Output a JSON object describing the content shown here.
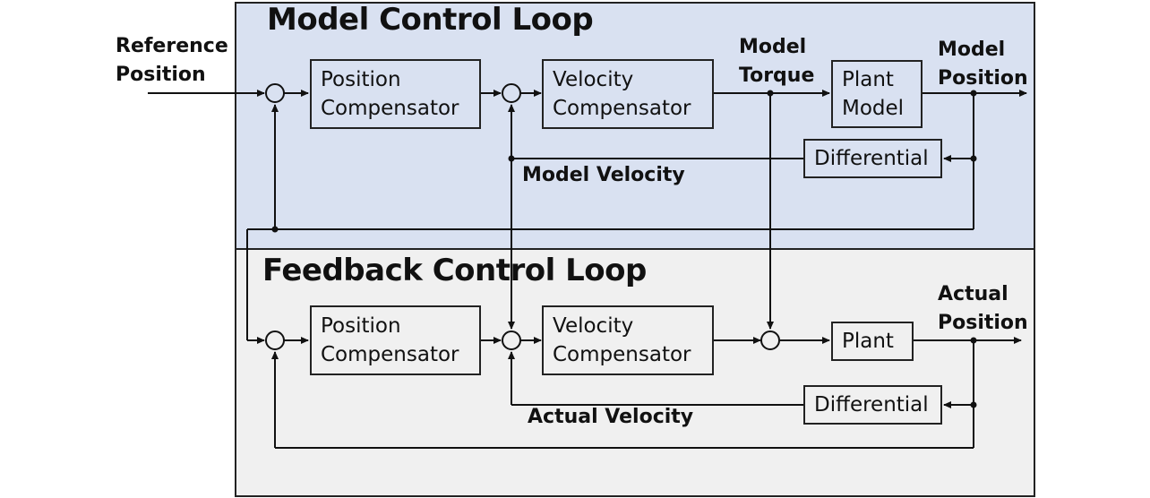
{
  "model_loop": {
    "title": "Model Control Loop",
    "reference_position": [
      "Reference",
      "Position"
    ],
    "position_compensator": [
      "Position",
      "Compensator"
    ],
    "velocity_compensator": [
      "Velocity",
      "Compensator"
    ],
    "plant_model": [
      "Plant",
      "Model"
    ],
    "differential": "Differential",
    "model_torque": [
      "Model",
      "Torque"
    ],
    "model_position": [
      "Model",
      "Position"
    ],
    "model_velocity": "Model Velocity"
  },
  "feedback_loop": {
    "title": "Feedback Control Loop",
    "position_compensator": [
      "Position",
      "Compensator"
    ],
    "velocity_compensator": [
      "Velocity",
      "Compensator"
    ],
    "plant": "Plant",
    "differential": "Differential",
    "actual_position": [
      "Actual",
      "Position"
    ],
    "actual_velocity": "Actual Velocity"
  },
  "colors": {
    "model_panel_bg": "#d9e1f1",
    "feedback_panel_bg": "#f0f0f0",
    "line": "#111111"
  }
}
